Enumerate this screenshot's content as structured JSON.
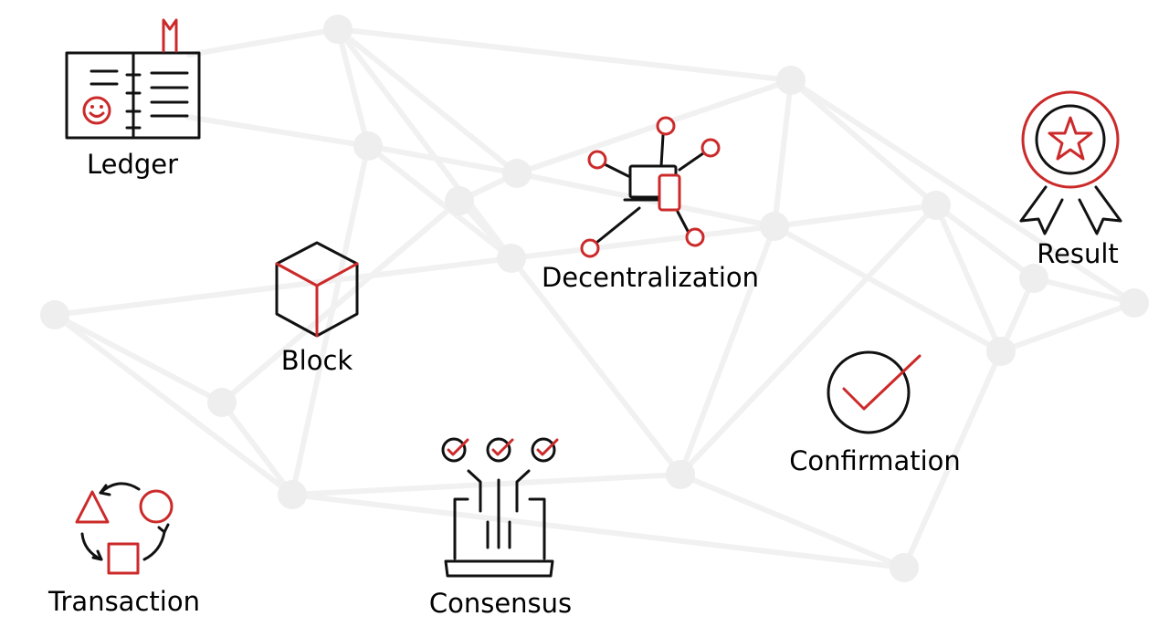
{
  "colors": {
    "accent": "#cc2a2a",
    "ink": "#111111",
    "network": "#eeeeee"
  },
  "concepts": [
    {
      "id": "ledger",
      "label": "Ledger",
      "icon": "open-ledger-book-icon"
    },
    {
      "id": "block",
      "label": "Block",
      "icon": "cube-block-icon"
    },
    {
      "id": "decentralization",
      "label": "Decentralization",
      "icon": "connected-devices-icon"
    },
    {
      "id": "result",
      "label": "Result",
      "icon": "award-ribbon-star-icon"
    },
    {
      "id": "confirmation",
      "label": "Confirmation",
      "icon": "checkmark-circle-icon"
    },
    {
      "id": "consensus",
      "label": "Consensus",
      "icon": "consensus-laptop-checks-icon"
    },
    {
      "id": "transaction",
      "label": "Transaction",
      "icon": "shapes-cycle-icon"
    }
  ]
}
